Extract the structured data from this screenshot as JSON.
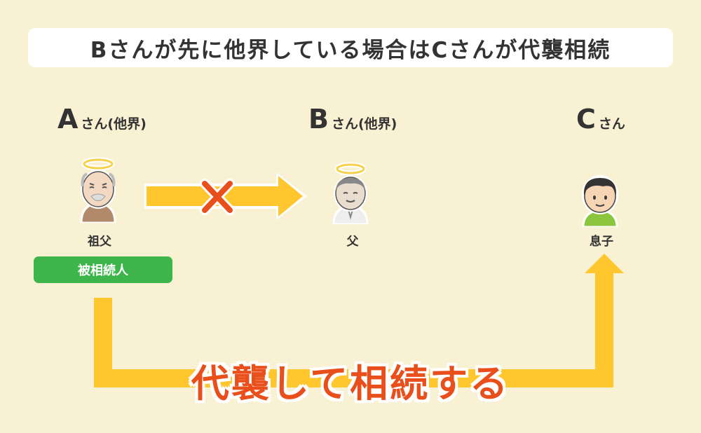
{
  "title": "Bさんが先に他界している場合はCさんが代襲相続",
  "people": [
    {
      "letter": "A",
      "suffix": "さん(他界)",
      "role": "祖父"
    },
    {
      "letter": "B",
      "suffix": "さん(他界)",
      "role": "父"
    },
    {
      "letter": "C",
      "suffix": "さん",
      "role": "息子"
    }
  ],
  "badge": "被相続人",
  "bottom_label": "代襲して相続する",
  "icons": [
    "grandfather-angel-icon",
    "father-angel-icon",
    "son-icon",
    "cross-mark-icon"
  ],
  "colors": {
    "background": "#f8f1d3",
    "arrow": "#ffc62e",
    "badge": "#3db54a",
    "accent": "#e94f1b"
  }
}
